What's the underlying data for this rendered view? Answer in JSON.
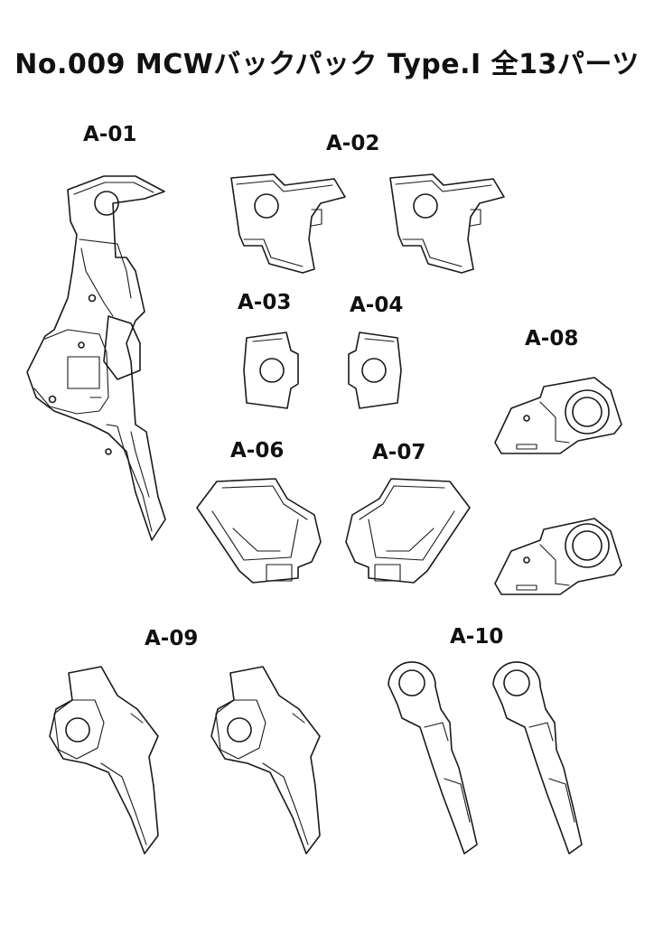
{
  "title": "No.009 MCWバックパック Type.Ⅰ 全13パーツ",
  "parts": [
    {
      "id": "a01",
      "label": "A-01"
    },
    {
      "id": "a02",
      "label": "A-02"
    },
    {
      "id": "a03",
      "label": "A-03"
    },
    {
      "id": "a04",
      "label": "A-04"
    },
    {
      "id": "a06",
      "label": "A-06"
    },
    {
      "id": "a07",
      "label": "A-07"
    },
    {
      "id": "a08",
      "label": "A-08"
    },
    {
      "id": "a09",
      "label": "A-09"
    },
    {
      "id": "a10",
      "label": "A-10"
    }
  ]
}
